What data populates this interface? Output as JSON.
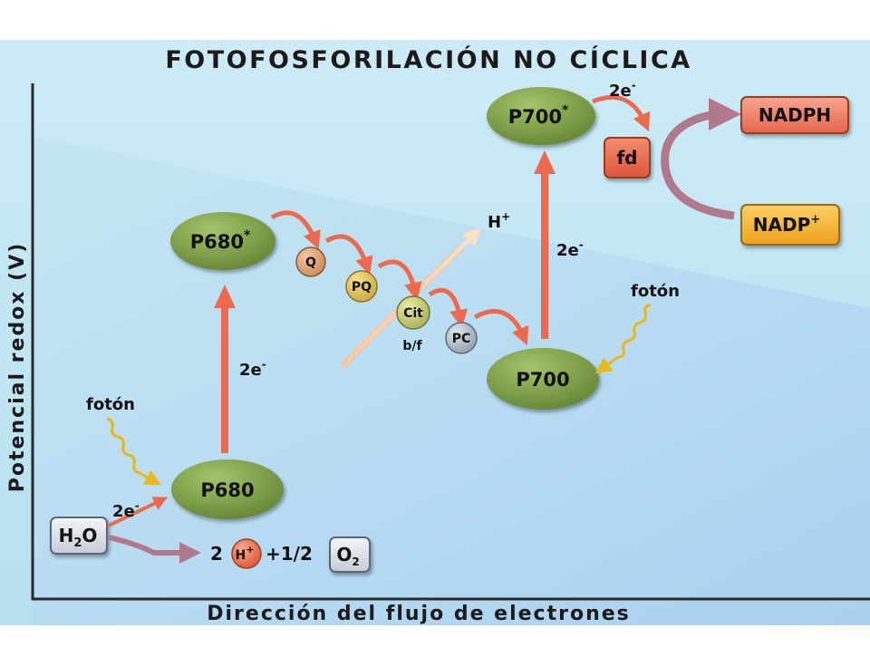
{
  "title": "FOTOFOSFORILACIÓN NO CÍCLICA",
  "x_axis_label": "Dirección del flujo de electrones",
  "y_axis_label": "Potencial redox (V)",
  "nodes": {
    "p680": "P680",
    "p680_excited": "P680",
    "p700": "P700",
    "p700_excited": "P700",
    "excited_mark": "*"
  },
  "carriers": {
    "q": "Q",
    "pq": "PQ",
    "cit": "Cit",
    "bf": "b/f",
    "pc": "PC"
  },
  "labels": {
    "two_e": "2e",
    "minus": "-",
    "foton": "fotón",
    "h": "H",
    "plus": "+"
  },
  "water": {
    "h": "H",
    "two": "2",
    "o": "O",
    "coef_2": "2",
    "half": "+1/2"
  },
  "boxes": {
    "fd": "fd",
    "nadph": "NADPH",
    "nadp": "NADP"
  },
  "colors": {
    "green": "#7ea24a",
    "arrow_red": "#ee6a4e",
    "nadph_box": "#f0826a",
    "nadp_box": "#f3b23d",
    "fd_box": "#e86a4c",
    "curve_mauve": "#b07a8c",
    "photon_yellow": "#e8b81c"
  }
}
